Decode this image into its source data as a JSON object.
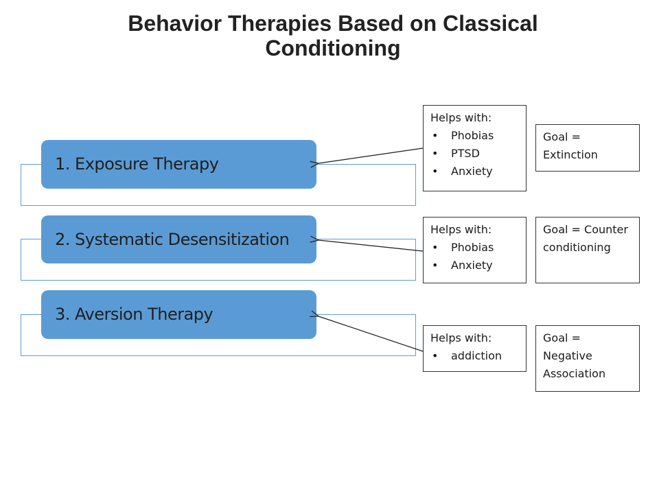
{
  "slide": {
    "title": "Behavior Therapies Based on Classical Conditioning"
  },
  "colors": {
    "accent_blue": "#5b9bd5",
    "outline": "#333333",
    "text": "#1f1f1f"
  },
  "therapies": [
    {
      "label": "1. Exposure Therapy",
      "helps_heading": "Helps with:",
      "helps": [
        "Phobias",
        "PTSD",
        "Anxiety"
      ],
      "goal": "Goal = Extinction"
    },
    {
      "label": "2. Systematic Desensitization",
      "helps_heading": "Helps with:",
      "helps": [
        "Phobias",
        "Anxiety"
      ],
      "goal": "Goal = Counter conditioning"
    },
    {
      "label": "3. Aversion Therapy",
      "helps_heading": "Helps with:",
      "helps": [
        "addiction"
      ],
      "goal": "Goal = Negative Association"
    }
  ],
  "icons": {
    "bullet": "•"
  }
}
